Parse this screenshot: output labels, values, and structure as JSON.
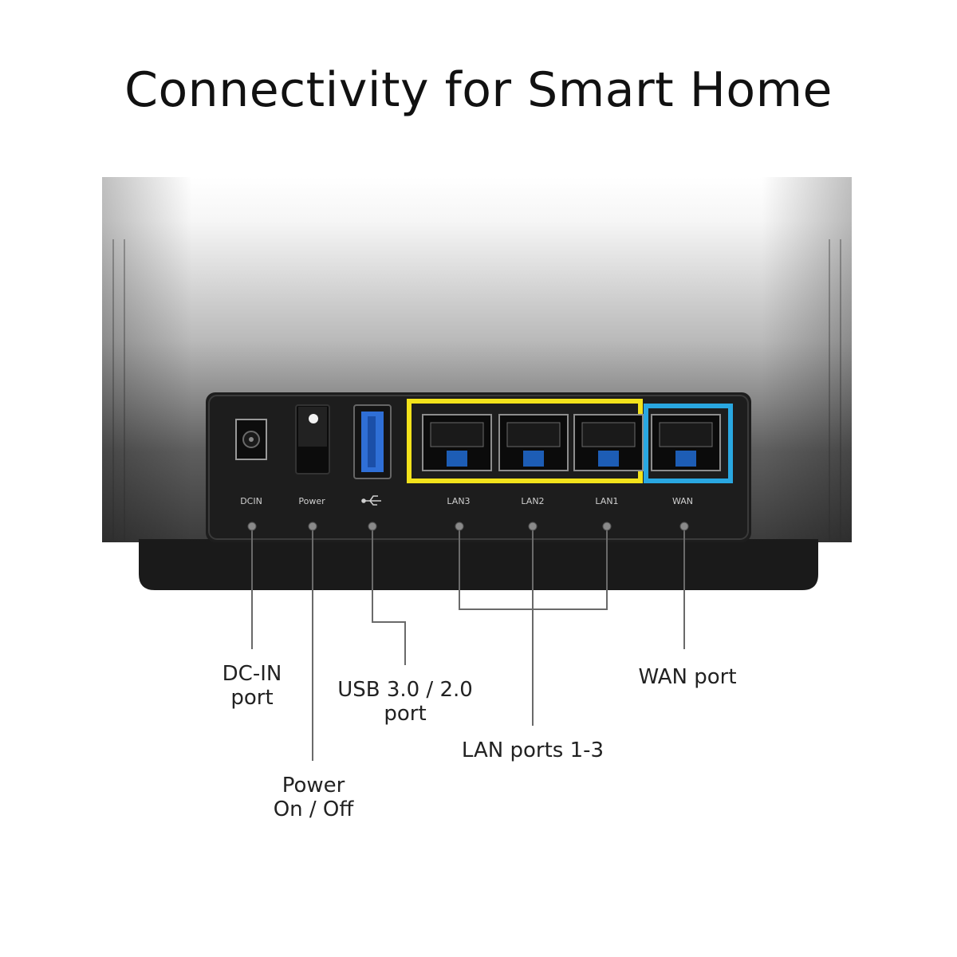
{
  "title": "Connectivity for Smart Home",
  "port_labels": {
    "dcin": "DCIN",
    "power": "Power",
    "lan3": "LAN3",
    "lan2": "LAN2",
    "lan1": "LAN1",
    "wan": "WAN"
  },
  "usb_icon": "usb-icon",
  "callouts": {
    "dc_in": [
      "DC-IN",
      "port"
    ],
    "usb": [
      "USB 3.0 / 2.0",
      "port"
    ],
    "power": [
      "Power",
      "On / Off"
    ],
    "lan": [
      "LAN ports 1-3"
    ],
    "wan": [
      "WAN port"
    ]
  },
  "colors": {
    "lan_frame": "#f2e21b",
    "wan_frame": "#29a7e1",
    "usb_port": "#2f6fd6",
    "device_body": "#2a2a2a"
  }
}
